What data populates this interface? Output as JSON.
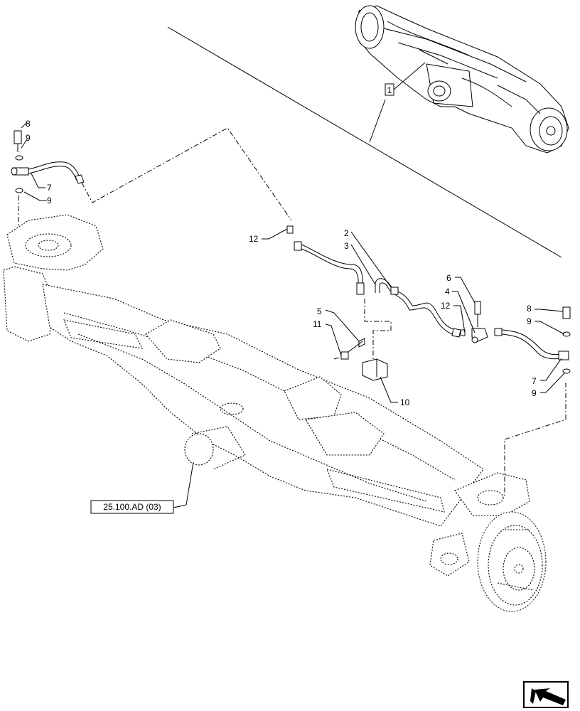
{
  "reference_label": "25.100.AD (03)",
  "inset_callout": "1",
  "callouts": [
    {
      "id": "c-8-left",
      "text": "8"
    },
    {
      "id": "c-9-left-top",
      "text": "9"
    },
    {
      "id": "c-7-left",
      "text": "7"
    },
    {
      "id": "c-9-left-bottom",
      "text": "9"
    },
    {
      "id": "c-12-left",
      "text": "12"
    },
    {
      "id": "c-2",
      "text": "2"
    },
    {
      "id": "c-3",
      "text": "3"
    },
    {
      "id": "c-5",
      "text": "5"
    },
    {
      "id": "c-11",
      "text": "11"
    },
    {
      "id": "c-10",
      "text": "10"
    },
    {
      "id": "c-6",
      "text": "6"
    },
    {
      "id": "c-4",
      "text": "4"
    },
    {
      "id": "c-12-right",
      "text": "12"
    },
    {
      "id": "c-8-right",
      "text": "8"
    },
    {
      "id": "c-9-right-top",
      "text": "9"
    },
    {
      "id": "c-7-right",
      "text": "7"
    },
    {
      "id": "c-9-right-bottom",
      "text": "9"
    }
  ],
  "icons": {
    "nav": "next-page-arrow-icon"
  }
}
